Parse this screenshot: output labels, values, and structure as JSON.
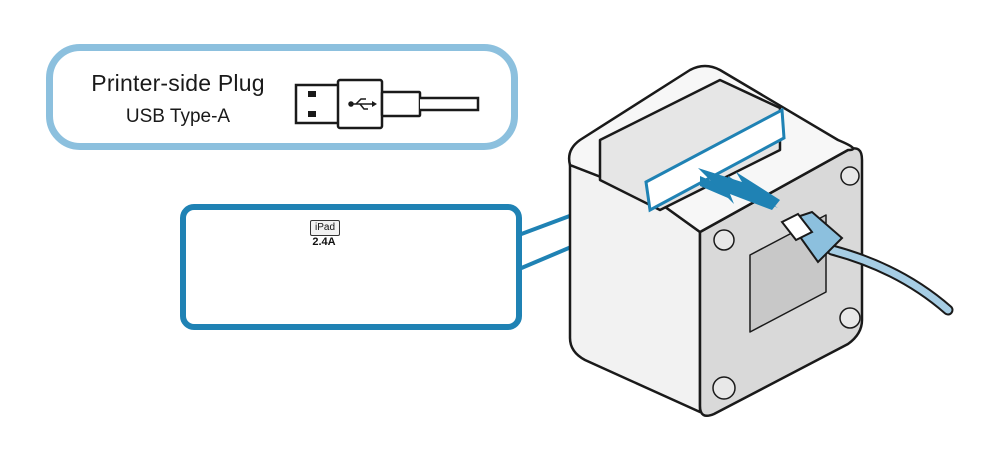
{
  "callout": {
    "title": "Printer-side Plug",
    "subtitle": "USB Type-A"
  },
  "port_panel": {
    "badge": "iPad",
    "amperage": "2.4A"
  },
  "colors": {
    "callout_border": "#8cc0de",
    "panel_border": "#1f82b4",
    "highlight": "#e4572e",
    "arrow": "#1f82b4",
    "cable": "#a6cde4",
    "printer_body": "#f2f2f2",
    "printer_side": "#d8d8d8",
    "outline": "#1a1a1a"
  },
  "icons": [
    "usb-icon",
    "arrow-right-icon"
  ]
}
